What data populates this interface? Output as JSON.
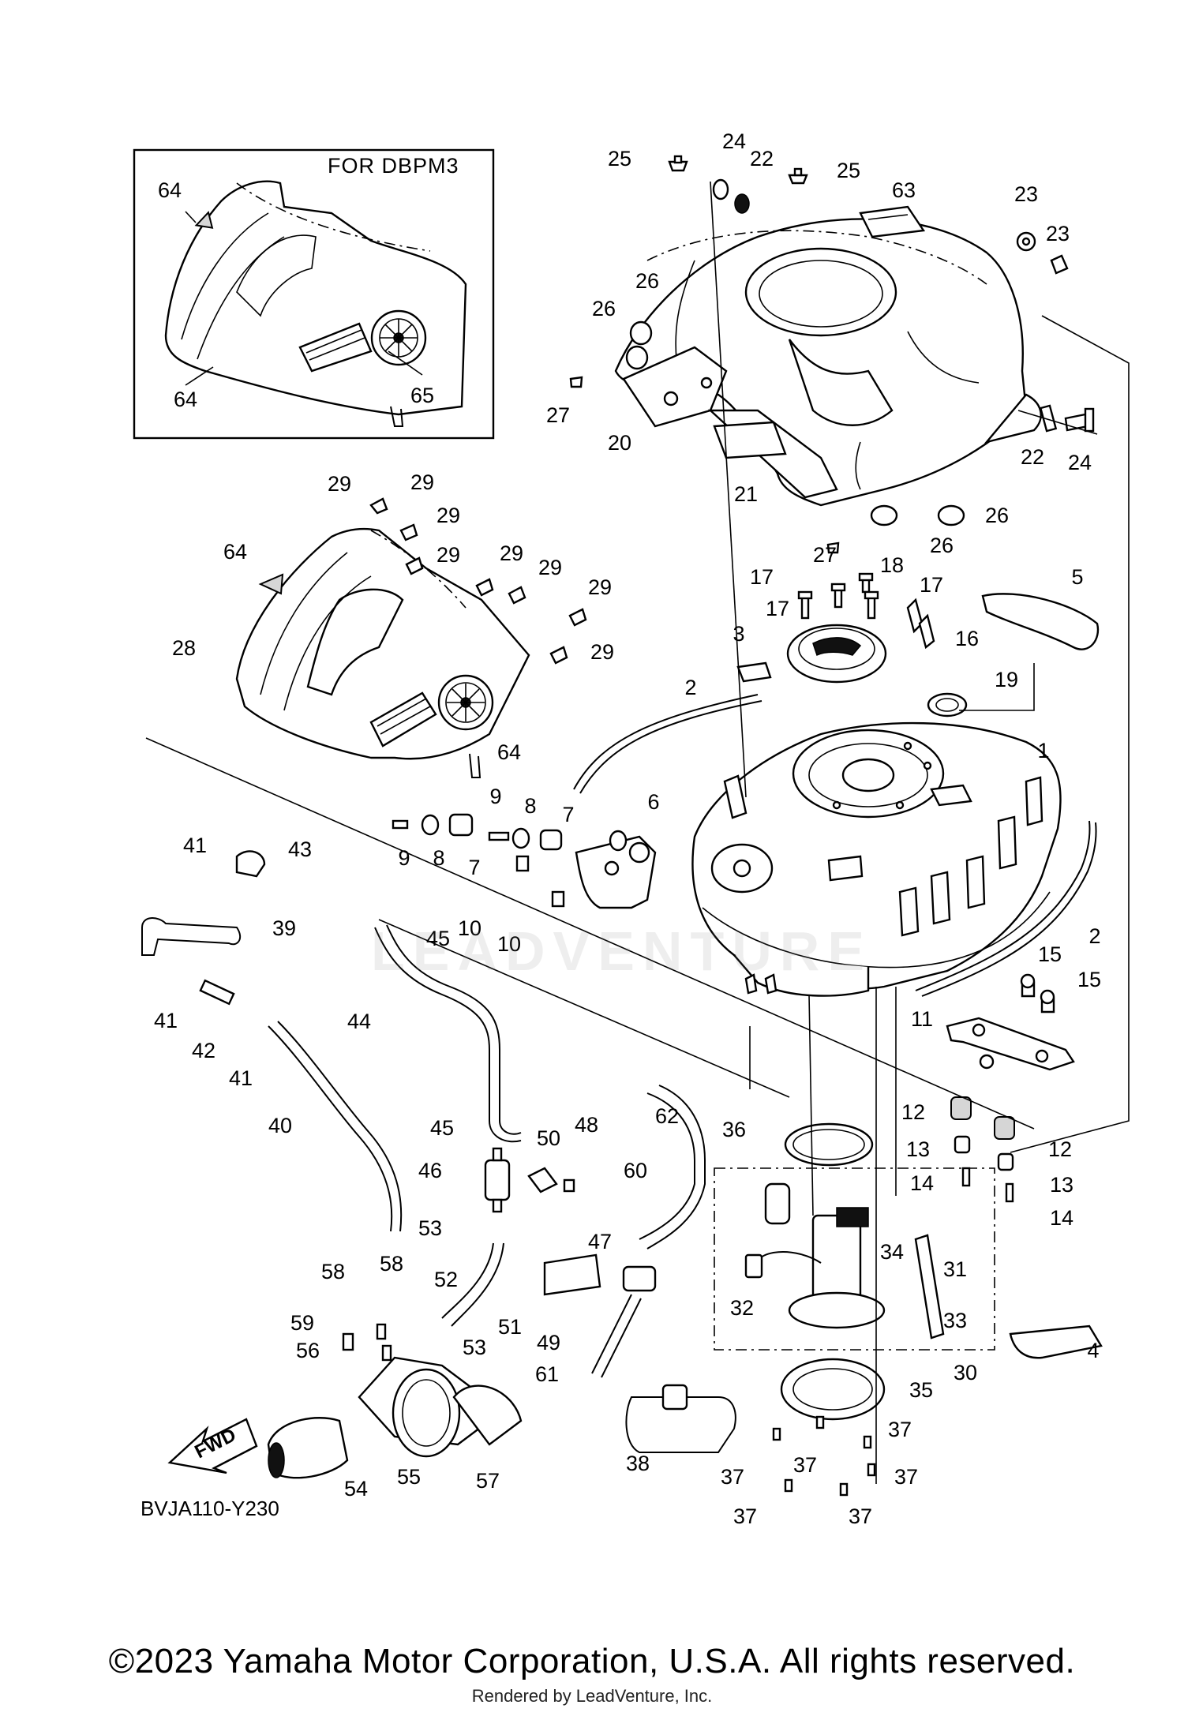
{
  "diagram": {
    "inset_title": "FOR DBPM3",
    "fwd_label": "FWD",
    "diagram_code": "BVJA110-Y230",
    "watermark": "LEADVENTURE",
    "copyright": "©2023 Yamaha Motor Corporation, U.S.A. All rights reserved.",
    "rendered_by": "Rendered by LeadVenture, Inc.",
    "callouts": [
      "64",
      "65",
      "64",
      "25",
      "24",
      "22",
      "25",
      "63",
      "23",
      "23",
      "26",
      "26",
      "27",
      "20",
      "21",
      "22",
      "24",
      "26",
      "26",
      "27",
      "29",
      "29",
      "29",
      "29",
      "29",
      "29",
      "29",
      "29",
      "64",
      "28",
      "64",
      "17",
      "18",
      "17",
      "17",
      "16",
      "3",
      "5",
      "19",
      "2",
      "1",
      "41",
      "43",
      "39",
      "9",
      "8",
      "7",
      "9",
      "8",
      "7",
      "6",
      "10",
      "10",
      "45",
      "2",
      "15",
      "15",
      "41",
      "42",
      "41",
      "44",
      "11",
      "40",
      "45",
      "50",
      "48",
      "62",
      "36",
      "12",
      "12",
      "13",
      "13",
      "14",
      "14",
      "46",
      "53",
      "60",
      "47",
      "34",
      "31",
      "52",
      "58",
      "58",
      "59",
      "53",
      "51",
      "49",
      "32",
      "33",
      "4",
      "30",
      "56",
      "61",
      "35",
      "37",
      "55",
      "57",
      "54",
      "38",
      "37",
      "37",
      "37",
      "37",
      "37"
    ]
  }
}
